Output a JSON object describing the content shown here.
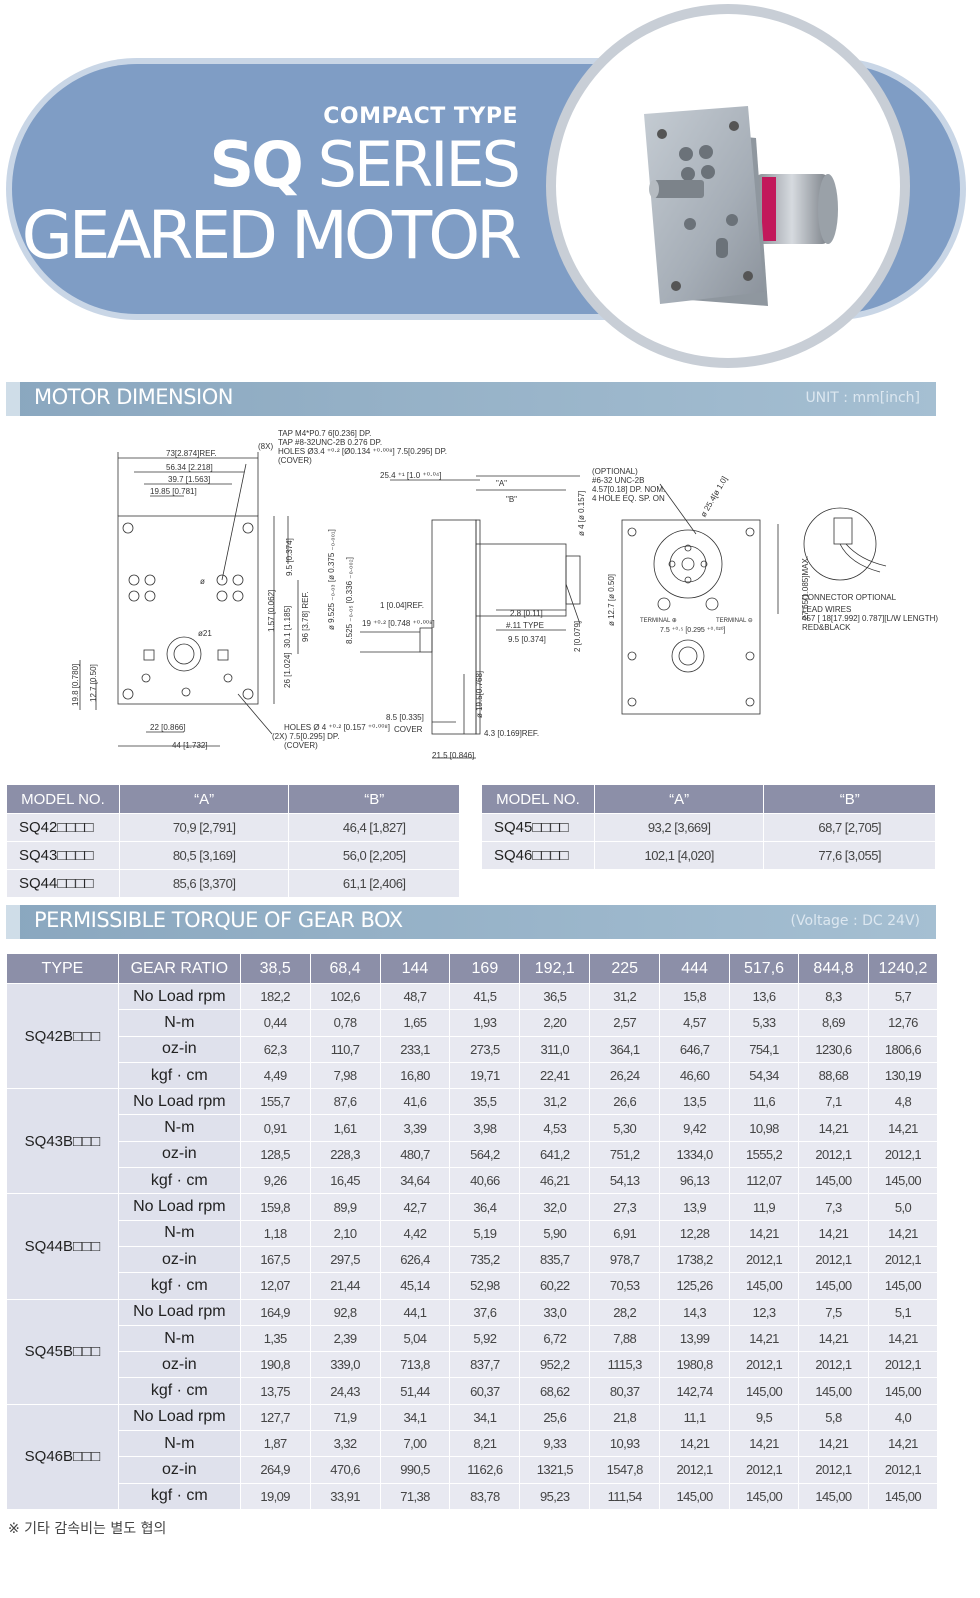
{
  "hero": {
    "subtitle": "COMPACT TYPE",
    "series_bold": "SQ",
    "series_rest": "SERIES",
    "title": "GEARED MOTOR"
  },
  "dimension_section": {
    "title": "MOTOR DIMENSION",
    "unit": "UNIT : mm[inch]"
  },
  "drawing_labels": {
    "tap1": "TAP M4*P0.7 6[0.236] DP.",
    "tap2": "TAP #8-32UNC-2B 0.276 DP.",
    "tap3": "HOLES Ø3.4 ⁺⁰·² [Ø0.134 ⁺⁰·⁰⁰⁸] 7.5[0.295] DP.",
    "tap_count": "(8X)",
    "cover": "(COVER)",
    "d73": "73[2.874]REF.",
    "d56": "56.34 [2.218]",
    "d39": "39.7 [1.563]",
    "d19": "19.85 [0.781]",
    "d95": "9.5 [0.374]",
    "d157": "1.57 [0.062]",
    "d301": "30.1 [1.185]",
    "d96": "96 [3.78] REF.",
    "d26": "26 [1.024]",
    "d198": "19.8 [0.780]",
    "d127": "12.7 [0.50]",
    "d22": "22 [0.866]",
    "d44": "44 [1.732]",
    "phi": "ø",
    "phi21": "ø21",
    "holes4": "HOLES Ø 4 ⁺⁰·² [0.157 ⁺⁰·⁰⁰⁸]",
    "holes2x": "(2X) 7.5[0.295] DP.",
    "cover2": "(COVER)",
    "d254": "25.4 ⁺¹ [1.0 ⁺⁰·⁰⁴]",
    "dA": "\"A\"",
    "dB": "\"B\"",
    "d4": "ø 4 [ø 0.157]",
    "d9525": "ø 9.525 ₋₀.₀₃ [ø 0.375 ₋₀.₀₀₁]",
    "d8525": "8.525 ₋₀.₀₅ [0.336 ₋₀.₀₀₂]",
    "d1": "1 [0.04]REF.",
    "d19b": "19 ⁺⁰·² [0.748 ⁺⁰·⁰⁰⁸]",
    "d28": "2.8 [0.11]",
    "d11": "#.11 TYPE",
    "d95b": "9.5 [0.374]",
    "d2": "2 [0.079]",
    "d195": "ø 19.5[0.768]",
    "d85": "8.5 [0.335]",
    "cover3": "COVER",
    "d43": "4.3 [0.169]REF.",
    "d215": "21.5 [0.846]",
    "opt1": "(OPTIONAL)",
    "opt2": "#6-32 UNC-2B",
    "opt3": "4.57[0.18] DP. NOM.",
    "opt4": "4 HOLE EQ. SP. ON",
    "d256": "ø 25.4[ø 1.0]",
    "d127b": "ø 12.7 [ø 0.50]",
    "d2765": "27.65[1.085]MAX.",
    "term1": "TERMINAL ⊕",
    "term2": "TERMINAL ⊖",
    "d75": "7.5 ⁺⁰·⁵ [0.295 ⁺⁰·⁰²⁰]",
    "conn1": "CONNECTOR OPTIONAL",
    "conn2": "LEAD WIRES",
    "conn3": "457 [ 18[17.992] 0.787][L/W LENGTH)",
    "conn4": "RED&BLACK"
  },
  "model_table_left": {
    "headers": [
      "MODEL NO.",
      "“A”",
      "“B”"
    ],
    "rows": [
      [
        "SQ42□□□□",
        "70,9 [2,791]",
        "46,4 [1,827]"
      ],
      [
        "SQ43□□□□",
        "80,5 [3,169]",
        "56,0 [2,205]"
      ],
      [
        "SQ44□□□□",
        "85,6 [3,370]",
        "61,1 [2,406]"
      ]
    ]
  },
  "model_table_right": {
    "headers": [
      "MODEL NO.",
      "“A”",
      "“B”"
    ],
    "rows": [
      [
        "SQ45□□□□",
        "93,2 [3,669]",
        "68,7 [2,705]"
      ],
      [
        "SQ46□□□□",
        "102,1 [4,020]",
        "77,6 [3,055]"
      ]
    ]
  },
  "torque_section": {
    "title": "PERMISSIBLE TORQUE OF GEAR BOX",
    "voltage": "(Voltage : DC 24V)"
  },
  "torque_table": {
    "headers": [
      "TYPE",
      "GEAR RATIO",
      "38,5",
      "68,4",
      "144",
      "169",
      "192,1",
      "225",
      "444",
      "517,6",
      "844,8",
      "1240,2"
    ],
    "groups": [
      {
        "type": "SQ42B□□□",
        "rows": [
          {
            "unit": "No Load rpm",
            "values": [
              "182,2",
              "102,6",
              "48,7",
              "41,5",
              "36,5",
              "31,2",
              "15,8",
              "13,6",
              "8,3",
              "5,7"
            ]
          },
          {
            "unit": "N-m",
            "values": [
              "0,44",
              "0,78",
              "1,65",
              "1,93",
              "2,20",
              "2,57",
              "4,57",
              "5,33",
              "8,69",
              "12,76"
            ]
          },
          {
            "unit": "oz-in",
            "values": [
              "62,3",
              "110,7",
              "233,1",
              "273,5",
              "311,0",
              "364,1",
              "646,7",
              "754,1",
              "1230,6",
              "1806,6"
            ]
          },
          {
            "unit": "kgf · cm",
            "values": [
              "4,49",
              "7,98",
              "16,80",
              "19,71",
              "22,41",
              "26,24",
              "46,60",
              "54,34",
              "88,68",
              "130,19"
            ]
          }
        ]
      },
      {
        "type": "SQ43B□□□",
        "rows": [
          {
            "unit": "No Load rpm",
            "values": [
              "155,7",
              "87,6",
              "41,6",
              "35,5",
              "31,2",
              "26,6",
              "13,5",
              "11,6",
              "7,1",
              "4,8"
            ]
          },
          {
            "unit": "N-m",
            "values": [
              "0,91",
              "1,61",
              "3,39",
              "3,98",
              "4,53",
              "5,30",
              "9,42",
              "10,98",
              "14,21",
              "14,21"
            ]
          },
          {
            "unit": "oz-in",
            "values": [
              "128,5",
              "228,3",
              "480,7",
              "564,2",
              "641,2",
              "751,2",
              "1334,0",
              "1555,2",
              "2012,1",
              "2012,1"
            ]
          },
          {
            "unit": "kgf · cm",
            "values": [
              "9,26",
              "16,45",
              "34,64",
              "40,66",
              "46,21",
              "54,13",
              "96,13",
              "112,07",
              "145,00",
              "145,00"
            ]
          }
        ]
      },
      {
        "type": "SQ44B□□□",
        "rows": [
          {
            "unit": "No Load rpm",
            "values": [
              "159,8",
              "89,9",
              "42,7",
              "36,4",
              "32,0",
              "27,3",
              "13,9",
              "11,9",
              "7,3",
              "5,0"
            ]
          },
          {
            "unit": "N-m",
            "values": [
              "1,18",
              "2,10",
              "4,42",
              "5,19",
              "5,90",
              "6,91",
              "12,28",
              "14,21",
              "14,21",
              "14,21"
            ]
          },
          {
            "unit": "oz-in",
            "values": [
              "167,5",
              "297,5",
              "626,4",
              "735,2",
              "835,7",
              "978,7",
              "1738,2",
              "2012,1",
              "2012,1",
              "2012,1"
            ]
          },
          {
            "unit": "kgf · cm",
            "values": [
              "12,07",
              "21,44",
              "45,14",
              "52,98",
              "60,22",
              "70,53",
              "125,26",
              "145,00",
              "145,00",
              "145,00"
            ]
          }
        ]
      },
      {
        "type": "SQ45B□□□",
        "rows": [
          {
            "unit": "No Load rpm",
            "values": [
              "164,9",
              "92,8",
              "44,1",
              "37,6",
              "33,0",
              "28,2",
              "14,3",
              "12,3",
              "7,5",
              "5,1"
            ]
          },
          {
            "unit": "N-m",
            "values": [
              "1,35",
              "2,39",
              "5,04",
              "5,92",
              "6,72",
              "7,88",
              "13,99",
              "14,21",
              "14,21",
              "14,21"
            ]
          },
          {
            "unit": "oz-in",
            "values": [
              "190,8",
              "339,0",
              "713,8",
              "837,7",
              "952,2",
              "1115,3",
              "1980,8",
              "2012,1",
              "2012,1",
              "2012,1"
            ]
          },
          {
            "unit": "kgf · cm",
            "values": [
              "13,75",
              "24,43",
              "51,44",
              "60,37",
              "68,62",
              "80,37",
              "142,74",
              "145,00",
              "145,00",
              "145,00"
            ]
          }
        ]
      },
      {
        "type": "SQ46B□□□",
        "rows": [
          {
            "unit": "No Load rpm",
            "values": [
              "127,7",
              "71,9",
              "34,1",
              "34,1",
              "25,6",
              "21,8",
              "11,1",
              "9,5",
              "5,8",
              "4,0"
            ]
          },
          {
            "unit": "N-m",
            "values": [
              "1,87",
              "3,32",
              "7,00",
              "8,21",
              "9,33",
              "10,93",
              "14,21",
              "14,21",
              "14,21",
              "14,21"
            ]
          },
          {
            "unit": "oz-in",
            "values": [
              "264,9",
              "470,6",
              "990,5",
              "1162,6",
              "1321,5",
              "1547,8",
              "2012,1",
              "2012,1",
              "2012,1",
              "2012,1"
            ]
          },
          {
            "unit": "kgf · cm",
            "values": [
              "19,09",
              "33,91",
              "71,38",
              "83,78",
              "95,23",
              "111,54",
              "145,00",
              "145,00",
              "145,00",
              "145,00"
            ]
          }
        ]
      }
    ]
  },
  "footnote": "※ 기타 감속비는 별도 협의",
  "colors": {
    "banner": "#7f9dc5",
    "banner_outline": "#c9d6e6",
    "section_bar": "#8aa7bf",
    "table_header": "#8c8fa8",
    "table_cell": "#e8e9f1"
  },
  "icons": [
    "geared-motor-photo"
  ]
}
